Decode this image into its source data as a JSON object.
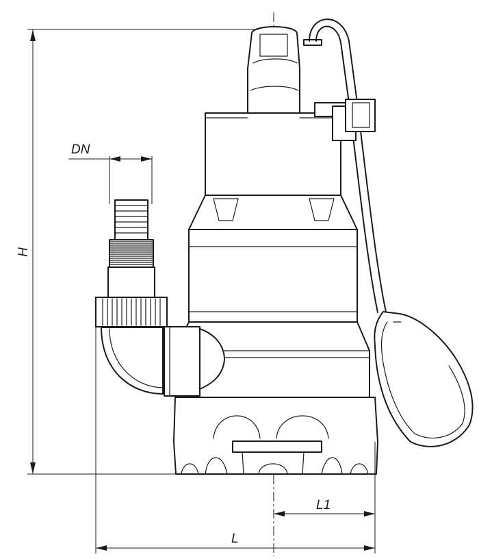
{
  "drawing": {
    "dimensions": {
      "height_label": "H",
      "width_label": "L",
      "offset_label": "L1",
      "nozzle_label": "DN"
    },
    "colors": {
      "line": "#1a1a1a",
      "background": "#ffffff"
    }
  }
}
